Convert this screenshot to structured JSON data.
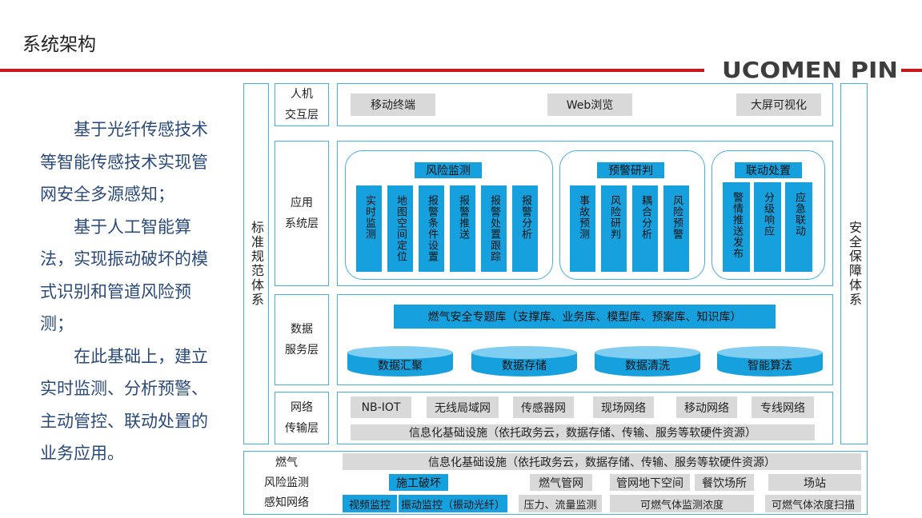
{
  "page": {
    "title": "系统架构"
  },
  "brand": {
    "text": "UCOMEN PIN"
  },
  "left_text": {
    "p1": "基于光纤传感技术等智能传感技术实现管网安全多源感知；",
    "p2": "基于人工智能算法，实现振动破坏的模式识别和管道风险预测；",
    "p3": "在此基础上，建立实时监测、分析预警、主动管控、联动处置的业务应用。"
  },
  "side": {
    "left": "标准规范体系",
    "right": "安全保障体系"
  },
  "layers": {
    "hci": {
      "label1": "人机",
      "label2": "交互层",
      "items": [
        "移动终端",
        "Web浏览",
        "大屏可视化"
      ]
    },
    "app": {
      "label1": "应用",
      "label2": "系统层",
      "groups": [
        {
          "title": "风险监测",
          "items": [
            "实时监测",
            "地图空间定位",
            "报警条件设置",
            "报警推送",
            "报警处置跟踪",
            "报警分析"
          ]
        },
        {
          "title": "预警研判",
          "items": [
            "事故预测",
            "风险研判",
            "耦合分析",
            "风险预警"
          ]
        },
        {
          "title": "联动处置",
          "items": [
            "警情推送发布",
            "分级响应",
            "应急联动"
          ]
        }
      ]
    },
    "data": {
      "label1": "数据",
      "label2": "服务层",
      "db_bar": "燃气安全专题库（支撑库、业务库、模型库、预案库、知识库）",
      "cylinders": [
        "数据汇聚",
        "数据存储",
        "数据清洗",
        "智能算法"
      ]
    },
    "net": {
      "label1": "网络",
      "label2": "传输层",
      "items": [
        "NB-IOT",
        "无线局域网",
        "传感器网",
        "现场网络",
        "移动网络",
        "专线网络"
      ],
      "infra": "信息化基础设施（依托政务云，数据存储、传输、服务等软硬件资源）"
    },
    "sense": {
      "label1": "燃气",
      "label2": "风险监测",
      "label3": "感知网络",
      "infra": "信息化基础设施（依托政务云，数据存储、传输、服务等软硬件资源）",
      "row1": [
        "施工破坏",
        "燃气管网",
        "管网地下空间",
        "餐饮场所",
        "场站"
      ],
      "row2": [
        "视频监控",
        "振动监控（振动光纤）",
        "压力、流量监测",
        "可燃气体监测浓度",
        "可燃气体浓度扫描"
      ]
    }
  },
  "colors": {
    "accent_blue": "#17a0de",
    "frame_blue": "#43b0e4",
    "red": "#c8161d",
    "chip_grey": "#d9d9d9",
    "brand_grey": "#3d3d3d"
  }
}
